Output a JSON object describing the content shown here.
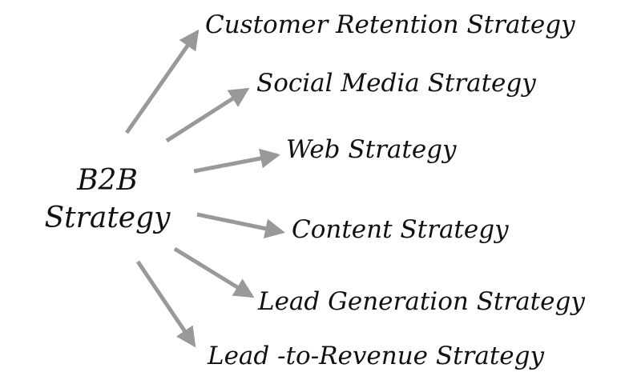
{
  "center": {
    "line1": "B2B",
    "line2": "Strategy"
  },
  "branches": [
    "Customer Retention Strategy",
    "Social Media Strategy",
    "Web Strategy",
    "Content Strategy",
    "Lead Generation Strategy",
    "Lead -to-Revenue Strategy"
  ],
  "colors": {
    "arrow": "#999999",
    "text": "#111111",
    "background": "#ffffff"
  }
}
